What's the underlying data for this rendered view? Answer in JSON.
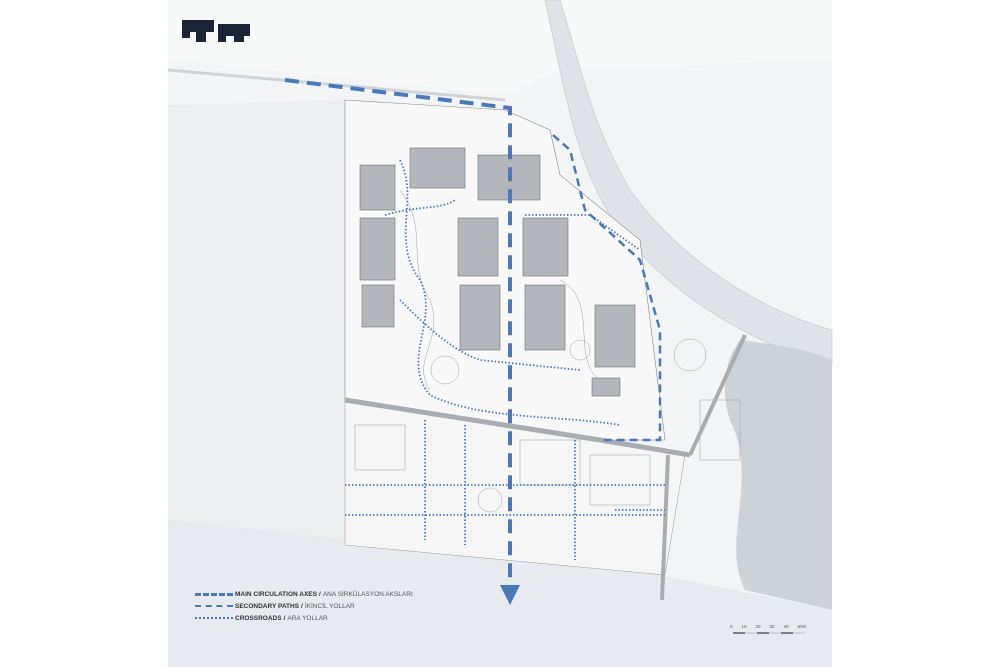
{
  "logo": {
    "text": "TT",
    "color": "#1c2536"
  },
  "colors": {
    "path_blue": "#4a78b8",
    "road_gray": "#a9adb1",
    "water": "#cdd2d7",
    "building": "#b3b6ba"
  },
  "legend": [
    {
      "title": "MAIN CIRCULATION AXES",
      "separator": "/",
      "subtitle": "ANA SİRKÜLASYON AKSLARI",
      "style": "thick-dash"
    },
    {
      "title": "SECONDARY PATHS",
      "separator": "/",
      "subtitle": "İKİNCİL YOLLAR",
      "style": "dash"
    },
    {
      "title": "CROSSROADS",
      "separator": "/",
      "subtitle": "ARA YOLLAR",
      "style": "dot"
    }
  ],
  "scale_bar": {
    "ticks": [
      "0",
      "10",
      "20",
      "30",
      "40",
      "50m"
    ]
  }
}
